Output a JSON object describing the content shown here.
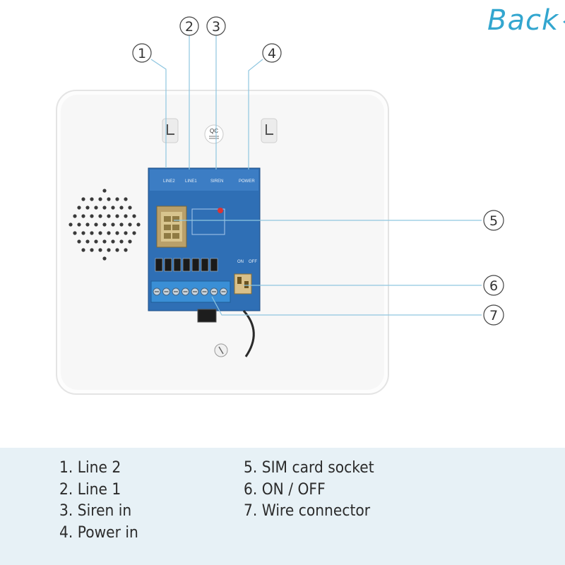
{
  "nav": {
    "back_label": "Back"
  },
  "callouts": [
    "1",
    "2",
    "3",
    "4",
    "5",
    "6",
    "7"
  ],
  "terminal_labels": [
    "LINE2",
    "LINE1",
    "SIREN",
    "POWER"
  ],
  "switch_labels": [
    "ON",
    "OFF"
  ],
  "sticker_text": "QC",
  "legend": {
    "left": [
      "1.  Line 2",
      "2.  Line 1",
      "3.  Siren  in",
      "4.  Power  in"
    ],
    "right": [
      "5.  SIM  card  socket",
      "6.  ON / OFF",
      "7.  Wire  connector"
    ]
  },
  "colors": {
    "accent": "#33a6cf",
    "board": "#2f6fb5",
    "legend_bg": "#e7f1f6",
    "terminal": "#3a8fd6"
  }
}
